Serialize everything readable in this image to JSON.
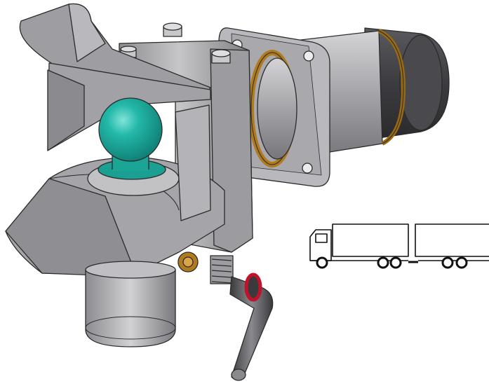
{
  "illustration": {
    "subject": "coupling-assembly",
    "ball_color": "#1fb3a4",
    "body_color": "#a7a7aa",
    "accent_ring_color": "#b07a1e",
    "red_ring_color": "#c0122a",
    "outline_color": "#2b2b2b"
  },
  "icon": {
    "name": "truck-with-trailer-icon",
    "axle_counts": [
      1,
      2,
      2
    ]
  }
}
